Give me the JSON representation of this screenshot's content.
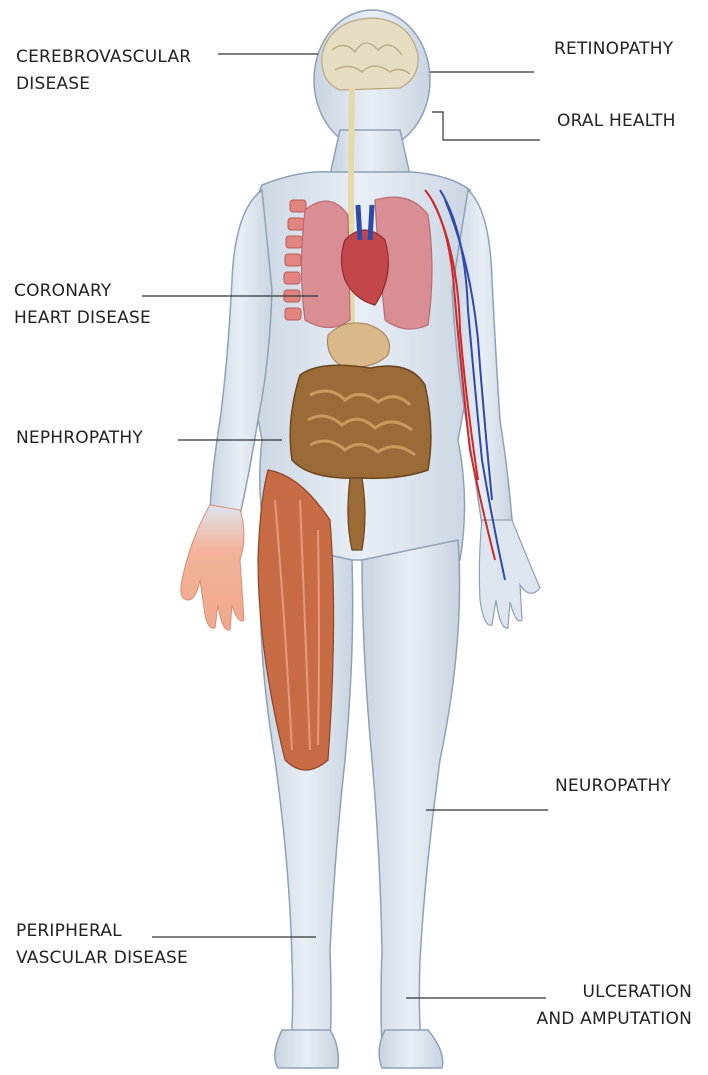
{
  "labels": {
    "cerebrovascular": [
      "CEREBROVASCULAR",
      "DISEASE"
    ],
    "retinopathy": [
      "RETINOPATHY"
    ],
    "oral_health": [
      "ORAL HEALTH"
    ],
    "coronary": [
      "CORONARY",
      "HEART DISEASE"
    ],
    "nephropathy": [
      "NEPHROPATHY"
    ],
    "neuropathy": [
      "NEUROPATHY"
    ],
    "peripheral": [
      "PERIPHERAL",
      "VASCULAR DISEASE"
    ],
    "ulceration": [
      "ULCERATION",
      "AND AMPUTATION"
    ]
  },
  "colors": {
    "body": "#dde5ef",
    "body_edge": "#8fa1b6",
    "brain": "#e6dcc2",
    "lungs": "#d98e94",
    "heart": "#c3474a",
    "intestine": "#9a6a37",
    "muscle": "#c76b45",
    "skin": "#f3b39a",
    "artery": "#cc2a2a",
    "vein": "#2f4aa8",
    "leader": "#333333"
  }
}
